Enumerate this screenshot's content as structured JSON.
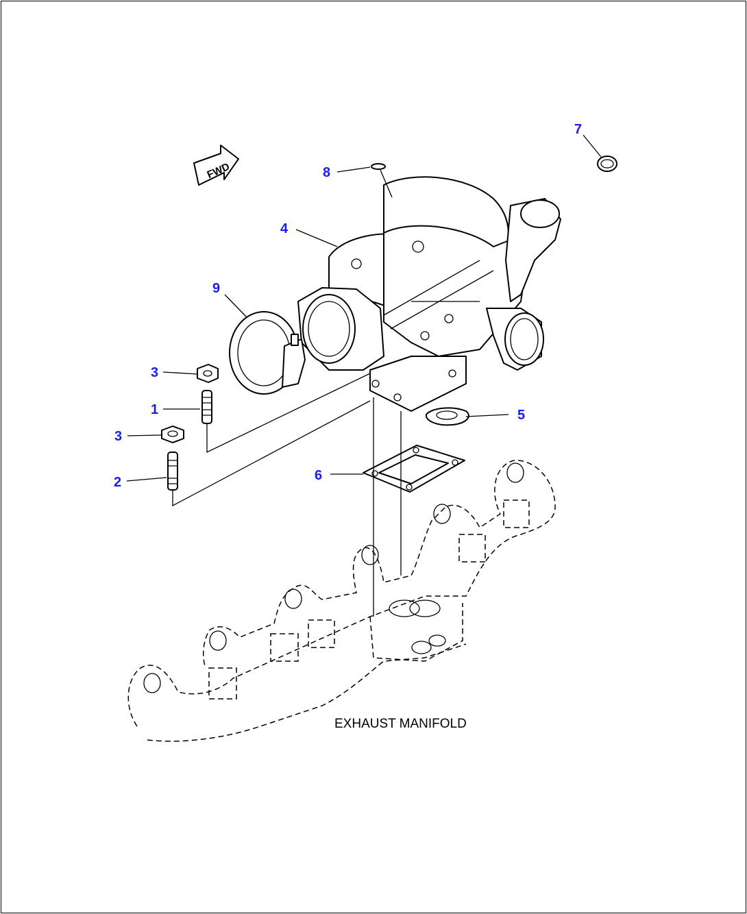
{
  "diagram": {
    "title": "EXHAUST MANIFOLD",
    "fwd_label": "FWD",
    "colors": {
      "callout": "#1a1aff",
      "line": "#000000",
      "background": "#ffffff"
    },
    "callouts": [
      {
        "id": "c1",
        "label": "1"
      },
      {
        "id": "c2",
        "label": "2"
      },
      {
        "id": "c3a",
        "label": "3"
      },
      {
        "id": "c3b",
        "label": "3"
      },
      {
        "id": "c4",
        "label": "4"
      },
      {
        "id": "c5",
        "label": "5"
      },
      {
        "id": "c6",
        "label": "6"
      },
      {
        "id": "c7",
        "label": "7"
      },
      {
        "id": "c8",
        "label": "8"
      },
      {
        "id": "c9",
        "label": "9"
      }
    ]
  }
}
